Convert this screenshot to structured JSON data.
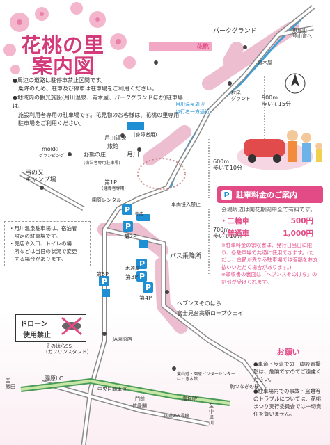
{
  "title": {
    "line1": "花桃の里",
    "line2": "案内図"
  },
  "header_banner": {
    "label": "花桃"
  },
  "notes": [
    "●周辺の道路は駐停車禁止区間です。",
    "　乗降のため、駐車及び停車は駐車場をご利用ください。",
    "●地域内の観光施設(月川温泉、青木屋、パークグランドほか)駐車場は、",
    "　施設利用者専用の駐車場です。花見物のお客様は、花桃の里専用",
    "　駐車場をご利用ください。"
  ],
  "places": {
    "park_grand": "パークグランド",
    "ebisu": "恵那山\n登山道へ",
    "aokiya": "青木屋",
    "village_grand": "村民\nグランド",
    "tsukikawa_onsen_nearby": "月川温泉周辺",
    "walk_route": "歩行者一方通行",
    "toilet_wheelchair": "(身障者用)",
    "tsukikawa_onsen": "月川温泉",
    "ryokan": "旅館",
    "nohara_no_sato": "野熊の庄",
    "tsukikawa": "月川",
    "lodging_only": "(宿泊者専用駐車場)",
    "mokki": "mökki",
    "glamping": "グランピング",
    "yumi_no_mata": "弓の又\nキャンプ場",
    "p1": "第1P",
    "p1_sub": "(身障者専用)",
    "vehicle_no_entry": "車両侵入禁止",
    "rental": "園原レンタル",
    "shop": "売店",
    "p2": "第2P",
    "kiyoshiya": "木達屋",
    "p3": "第3P",
    "p4": "第4P",
    "p5": "第5P",
    "bus_stop": "バス乗降所",
    "heavens": "ヘブンスそのはら",
    "ropeway": "富士見台高原ロープウェイ",
    "ja": "JA園原店",
    "ss": "そのはらSS\n(ガソリンスタンド)",
    "sonohara_ic": "園原I.C",
    "to_iida": "至\n飯田",
    "chuo_highway": "中央自動車道",
    "higashiyama_center": "東山道・園原ビジターセンター\nはっき木館",
    "komatsunagi": "駒つなぎの桜",
    "monzen": "門前",
    "shinenkaku": "信縁閣",
    "kouten": "廣拯院",
    "sakaigawa": "至\n中\n津\n川",
    "road_kokudo": "国道256号線"
  },
  "distances": {
    "d900": "900m\n歩いて15分",
    "d600": "600m\n歩いて10分",
    "d700": "700m\n歩いて10分"
  },
  "parking_note": [
    "・月川温泉駐車場は、宿泊者",
    "　限定の駐車場です。",
    "・売店や入口、トイレの場",
    "　所などは当日の状況で変更",
    "　する場合があります。"
  ],
  "fee": {
    "heading": "駐車料金のご案内",
    "sub": "会場周辺は開花期間中全て有料です。",
    "rows": [
      {
        "label": "・二輪車",
        "price": "500円"
      },
      {
        "label": "・普通車",
        "price": "1,000円"
      }
    ],
    "notes": "※駐車料金の領収書は、発行日当日に限り、各駐車場で共通に使用できます。(ただし、金額が異なる駐車場では差額をお支払いいただく場合があります。)\n※領収書の裏面は「ヘブンスそのはら」の割引が受けられます。"
  },
  "onegai": {
    "heading": "お願い",
    "items": [
      "●車道・歩道での三脚設置撮影は、危険ですのでご遠慮ください。",
      "●駐車場内での事故・盗難等のトラブルについては、花桃まつり実行委員会では一切責任を負いません。"
    ]
  },
  "drone": {
    "line1": "ドローン",
    "line2": "使用禁止"
  },
  "colors": {
    "accent": "#e24b86",
    "road": "#ffffff",
    "highlight": "#e9a0bf",
    "river": "#3aa0d8"
  }
}
